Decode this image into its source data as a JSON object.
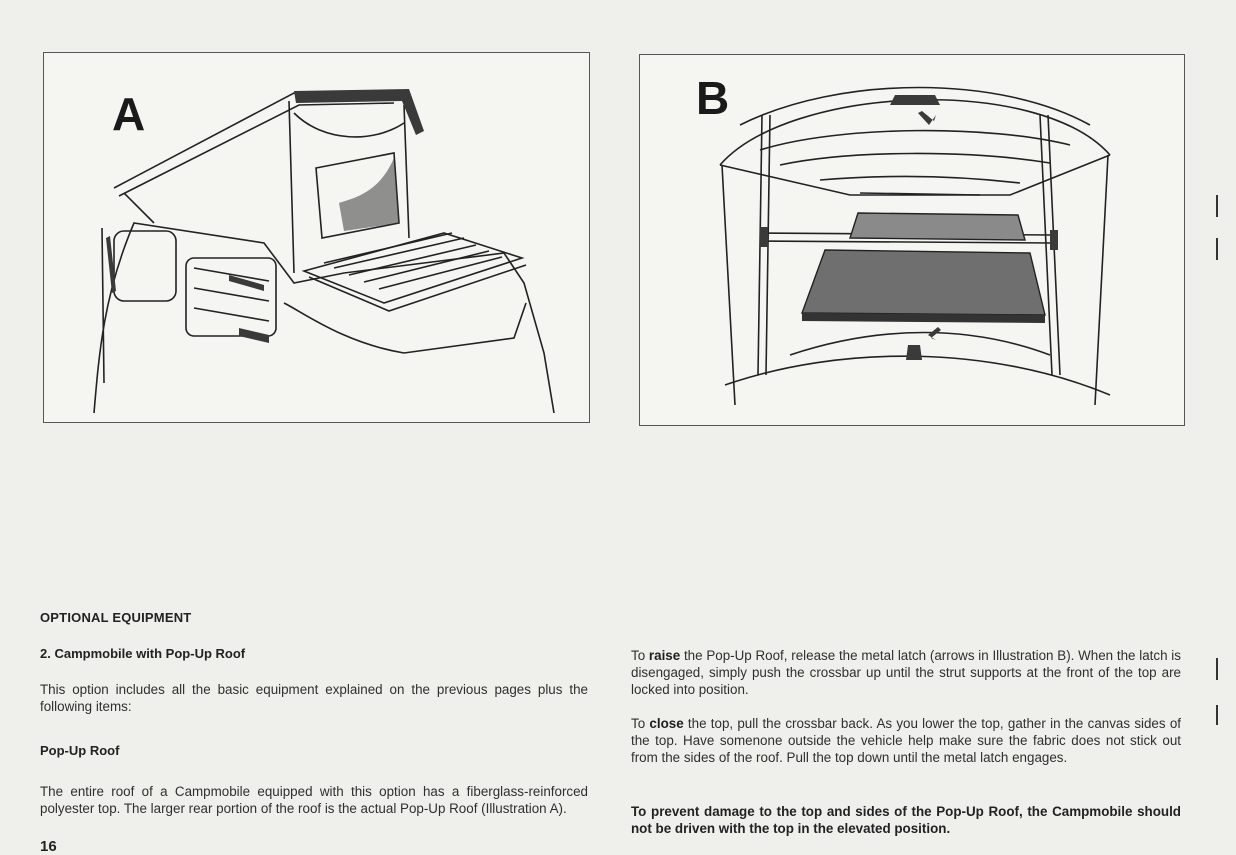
{
  "figures": {
    "a": {
      "label": "A",
      "caption": ""
    },
    "b": {
      "label": "B",
      "caption": ""
    }
  },
  "left_column": {
    "section_title": "OPTIONAL EQUIPMENT",
    "subsection_title": "2. Campmobile with Pop-Up Roof",
    "intro": "This option includes all the basic equipment explained on the previous pages plus the following items:",
    "pop_up_title": "Pop-Up Roof",
    "pop_up_body": "The entire roof of a Campmobile equipped with this option has a fiberglass-reinforced polyester top. The larger rear portion of the roof is the actual Pop-Up Roof (Illustration A).",
    "page_number": "16"
  },
  "right_column": {
    "raise_prefix": "To ",
    "raise_keyword": "raise",
    "raise_text": " the Pop-Up Roof, release the metal latch (arrows in Illustration B). When the latch is disengaged, simply push the crossbar up until the strut supports at the front of the top are locked into position.",
    "close_prefix": "To ",
    "close_keyword": "close",
    "close_text": " the top, pull the crossbar back. As you lower the top, gather in the canvas sides of the top. Have somenone outside the vehicle help make sure the fabric does not stick out from the sides of the roof. Pull the top down until the metal latch engages.",
    "warning": "To prevent damage to the top and sides of the Pop-Up Roof, the Campmobile should not be driven with the top in the elevated position."
  }
}
